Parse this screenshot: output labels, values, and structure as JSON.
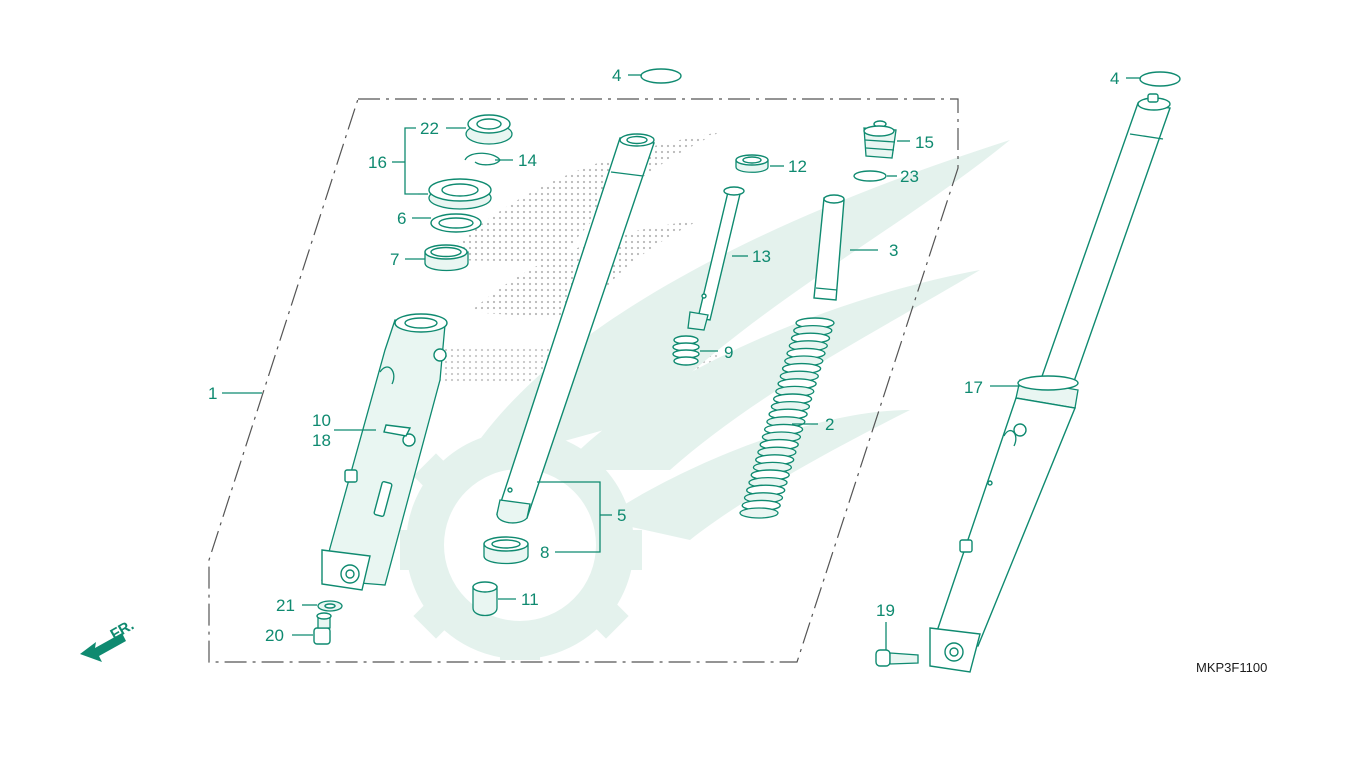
{
  "diagram": {
    "code": "MKP3F1100",
    "direction": "FR.",
    "colors": {
      "parts": "#0f8a70",
      "watermark": "#e4f2ed",
      "frame": "#555555"
    },
    "labels": {
      "p1": "1",
      "p2": "2",
      "p3": "3",
      "p4a": "4",
      "p4b": "4",
      "p5": "5",
      "p6": "6",
      "p7": "7",
      "p8": "8",
      "p9": "9",
      "p10": "10",
      "p11": "11",
      "p12": "12",
      "p13": "13",
      "p14": "14",
      "p15": "15",
      "p16": "16",
      "p17": "17",
      "p18": "18",
      "p19": "19",
      "p20": "20",
      "p21": "21",
      "p22": "22",
      "p23": "23"
    },
    "icons": [
      "front-direction-arrow-icon",
      "honda-wing-watermark-icon"
    ]
  }
}
